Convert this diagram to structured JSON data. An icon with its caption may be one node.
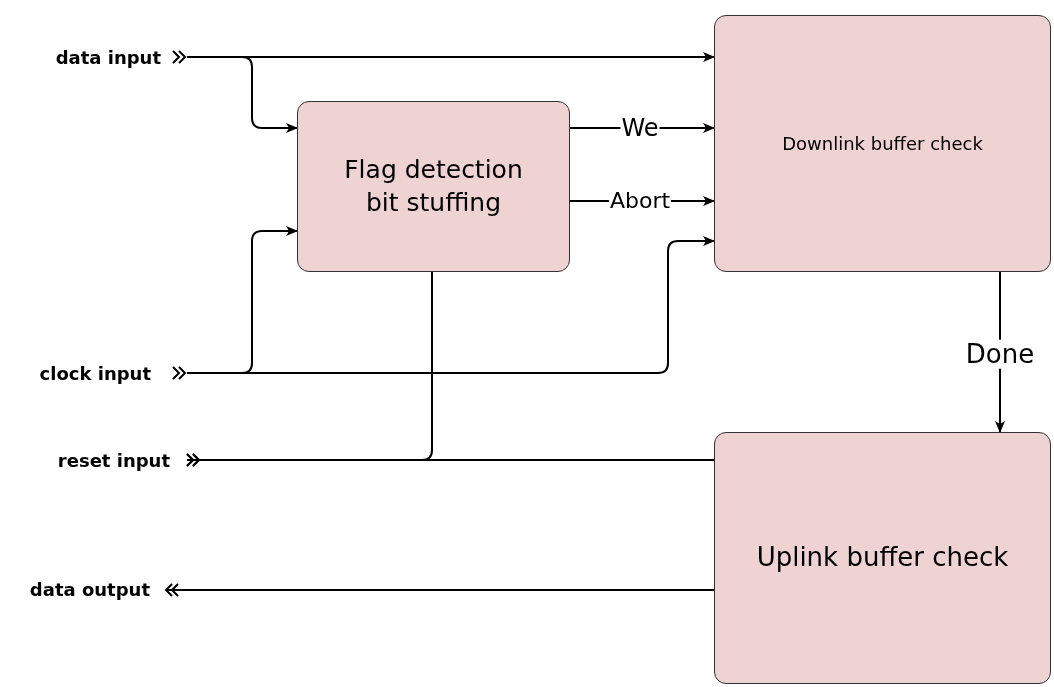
{
  "diagram": {
    "nodes": [
      {
        "text": [
          "data input"
        ]
      },
      {
        "text": [
          "clock input"
        ]
      },
      {
        "text": [
          "reset input"
        ]
      },
      {
        "text": [
          "data output"
        ]
      },
      {
        "text": [
          "Flag detection bit stuffing"
        ]
      },
      {
        "text": [
          "Downlink buffer check"
        ]
      },
      {
        "text": [
          "Uplink buffer check"
        ]
      }
    ],
    "edges": [
      {
        "from": 0,
        "to": 5,
        "arrow": "to"
      },
      {
        "from": 0,
        "to": 4,
        "arrow": "to"
      },
      {
        "from": 1,
        "to": 4,
        "arrow": "to"
      },
      {
        "from": 1,
        "to": 5,
        "arrow": "to"
      },
      {
        "from": 4,
        "to": 5,
        "arrow": "to",
        "label": "We"
      },
      {
        "from": 4,
        "to": 5,
        "arrow": "to",
        "label": "Abort"
      },
      {
        "from": 2,
        "to": 4,
        "arrow": "other"
      },
      {
        "from": 2,
        "to": 6,
        "arrow": "other"
      },
      {
        "from": 5,
        "to": 6,
        "arrow": "to",
        "label": "Done"
      },
      {
        "from": 6,
        "to": 3,
        "arrow": "to"
      }
    ]
  }
}
